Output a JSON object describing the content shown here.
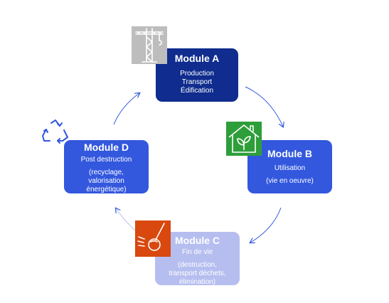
{
  "modules": {
    "a": {
      "title": "Module A",
      "lines": [
        "Production",
        "Transport",
        "Édification"
      ]
    },
    "b": {
      "title": "Module B",
      "lines": [
        "Utilisation",
        "(vie en oeuvre)"
      ]
    },
    "c": {
      "title": "Module C",
      "lines": [
        "Fin de vie",
        "(destruction,",
        "transport déchets,",
        "élimination)"
      ]
    },
    "d": {
      "title": "Module D",
      "lines": [
        "Post destruction",
        "(recyclage,",
        "valorisation",
        "énergétique)"
      ]
    }
  },
  "icons": {
    "a": "construction-crane-icon",
    "b": "green-house-icon",
    "c": "wrecking-ball-icon",
    "d": "recycling-icon"
  },
  "colors": {
    "module_a": "#0f2c8e",
    "module_b": "#3358de",
    "module_c": "#b6bef0",
    "module_d": "#3358de",
    "arrow": "#3358de",
    "crane_bg": "#bdbdbd",
    "house_bg": "#2e9e3a",
    "wrecking_bg": "#d9480f"
  }
}
